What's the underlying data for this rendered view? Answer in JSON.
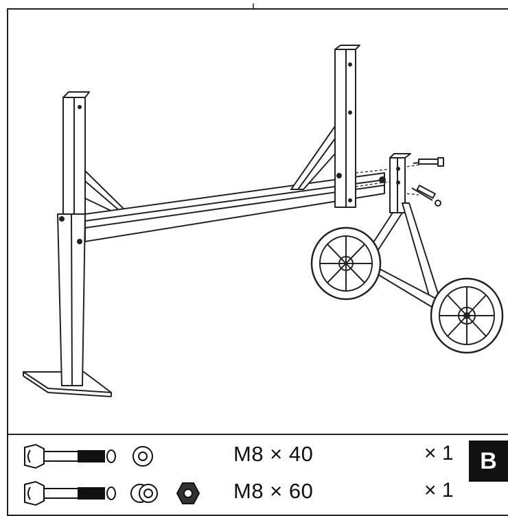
{
  "diagram": {
    "description_icons": [
      "assembly-frame-icon",
      "wheel-icon",
      "bolt-icon"
    ]
  },
  "parts": [
    {
      "spec": "M8 × 40",
      "quantity": "× 1",
      "icons": [
        "bolt-40-icon",
        "washer-icon"
      ]
    },
    {
      "spec": "M8 × 60",
      "quantity": "× 1",
      "icons": [
        "bolt-60-icon",
        "spring-washer-icon",
        "nut-icon"
      ]
    }
  ],
  "step_label": "B"
}
